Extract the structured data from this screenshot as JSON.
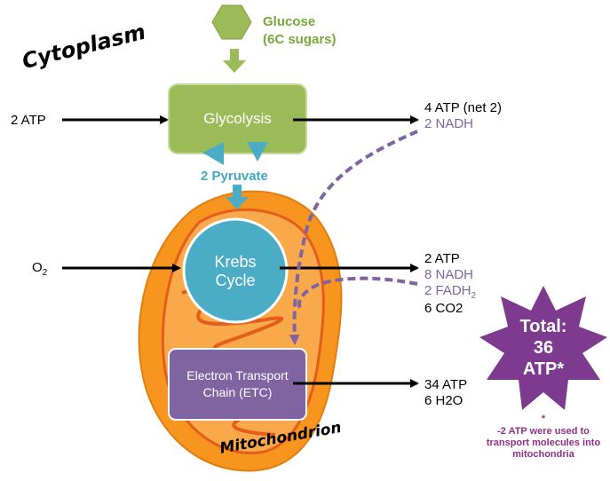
{
  "glucose": {
    "line1": "Glucose",
    "line2": "(6C sugars)"
  },
  "cytoplasm_label": "Cytoplasm",
  "mitochondrion_label": "Mitochondrion",
  "glycolysis": {
    "label": "Glycolysis",
    "input": "2 ATP",
    "out_atp": "4 ATP (net 2)",
    "out_nadh": "2 NADH"
  },
  "pyruvate": "2 Pyruvate",
  "krebs": {
    "line1": "Krebs",
    "line2": "Cycle",
    "input_main": "O",
    "input_sub": "2",
    "out_atp": "2 ATP",
    "out_nadh": "8 NADH",
    "out_fadh_main": "2 FADH",
    "out_fadh_sub": "2",
    "out_co2": "6 CO2"
  },
  "etc": {
    "line1": "Electron Transport",
    "line2": "Chain (ETC)",
    "out_atp": "34 ATP",
    "out_h2o": "6 H2O"
  },
  "total": {
    "line1": "Total:",
    "line2": "36",
    "line3": "ATP*"
  },
  "footnote": {
    "star": "*",
    "text": "-2 ATP were used to transport molecules into mitochondria"
  },
  "colors": {
    "green": "#9bbb59",
    "blue": "#4bacc6",
    "purple": "#8064a2",
    "star": "#7e3a8e",
    "orange": "#f7951e",
    "inner": "#e45d1a"
  }
}
